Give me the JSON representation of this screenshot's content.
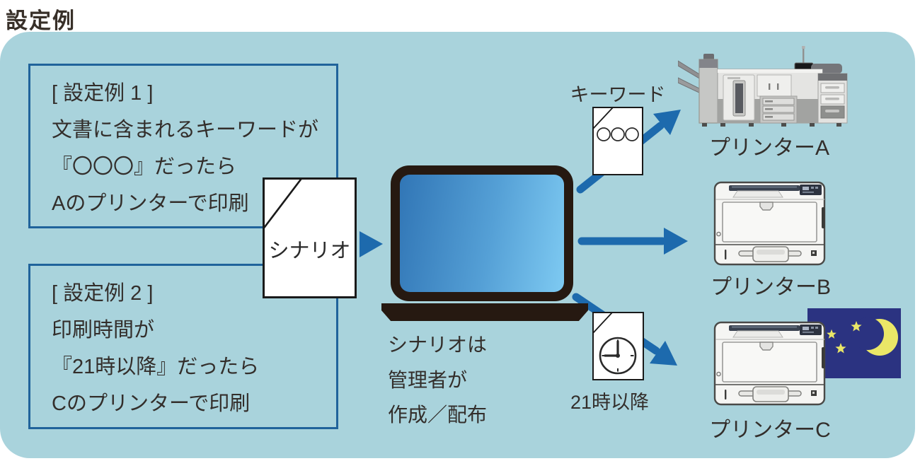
{
  "title": "設定例",
  "example1": {
    "heading": "[ 設定例 1 ]",
    "lines": [
      "文書に含まれるキーワードが",
      "『〇〇〇』だったら",
      "Aのプリンターで印刷"
    ]
  },
  "example2": {
    "heading": "[ 設定例 2 ]",
    "lines": [
      "印刷時間が",
      "『21時以降』だったら",
      "Cのプリンターで印刷"
    ]
  },
  "docs": {
    "scenario": {
      "label": "シナリオ"
    },
    "keyword": {
      "label": "キーワード",
      "content": "〇〇〇"
    },
    "time": {
      "label": "21時以降",
      "clock_time": "9:00"
    }
  },
  "caption": {
    "lines": [
      "シナリオは",
      "管理者が",
      "作成／配布"
    ]
  },
  "printers": [
    {
      "id": "A",
      "label": "プリンターA"
    },
    {
      "id": "B",
      "label": "プリンターB"
    },
    {
      "id": "C",
      "label": "プリンターC"
    }
  ],
  "colors": {
    "panel_bg": "#a9d3dc",
    "box_border": "#20639b",
    "arrow_blue": "#1d6aad",
    "laptop_frame": "#261911",
    "screen_gradient_start": "#3176b6",
    "screen_gradient_end": "#7ecaf2",
    "night_navy": "#2b3381",
    "moon_yellow": "#eae767",
    "text": "#332e2b"
  }
}
